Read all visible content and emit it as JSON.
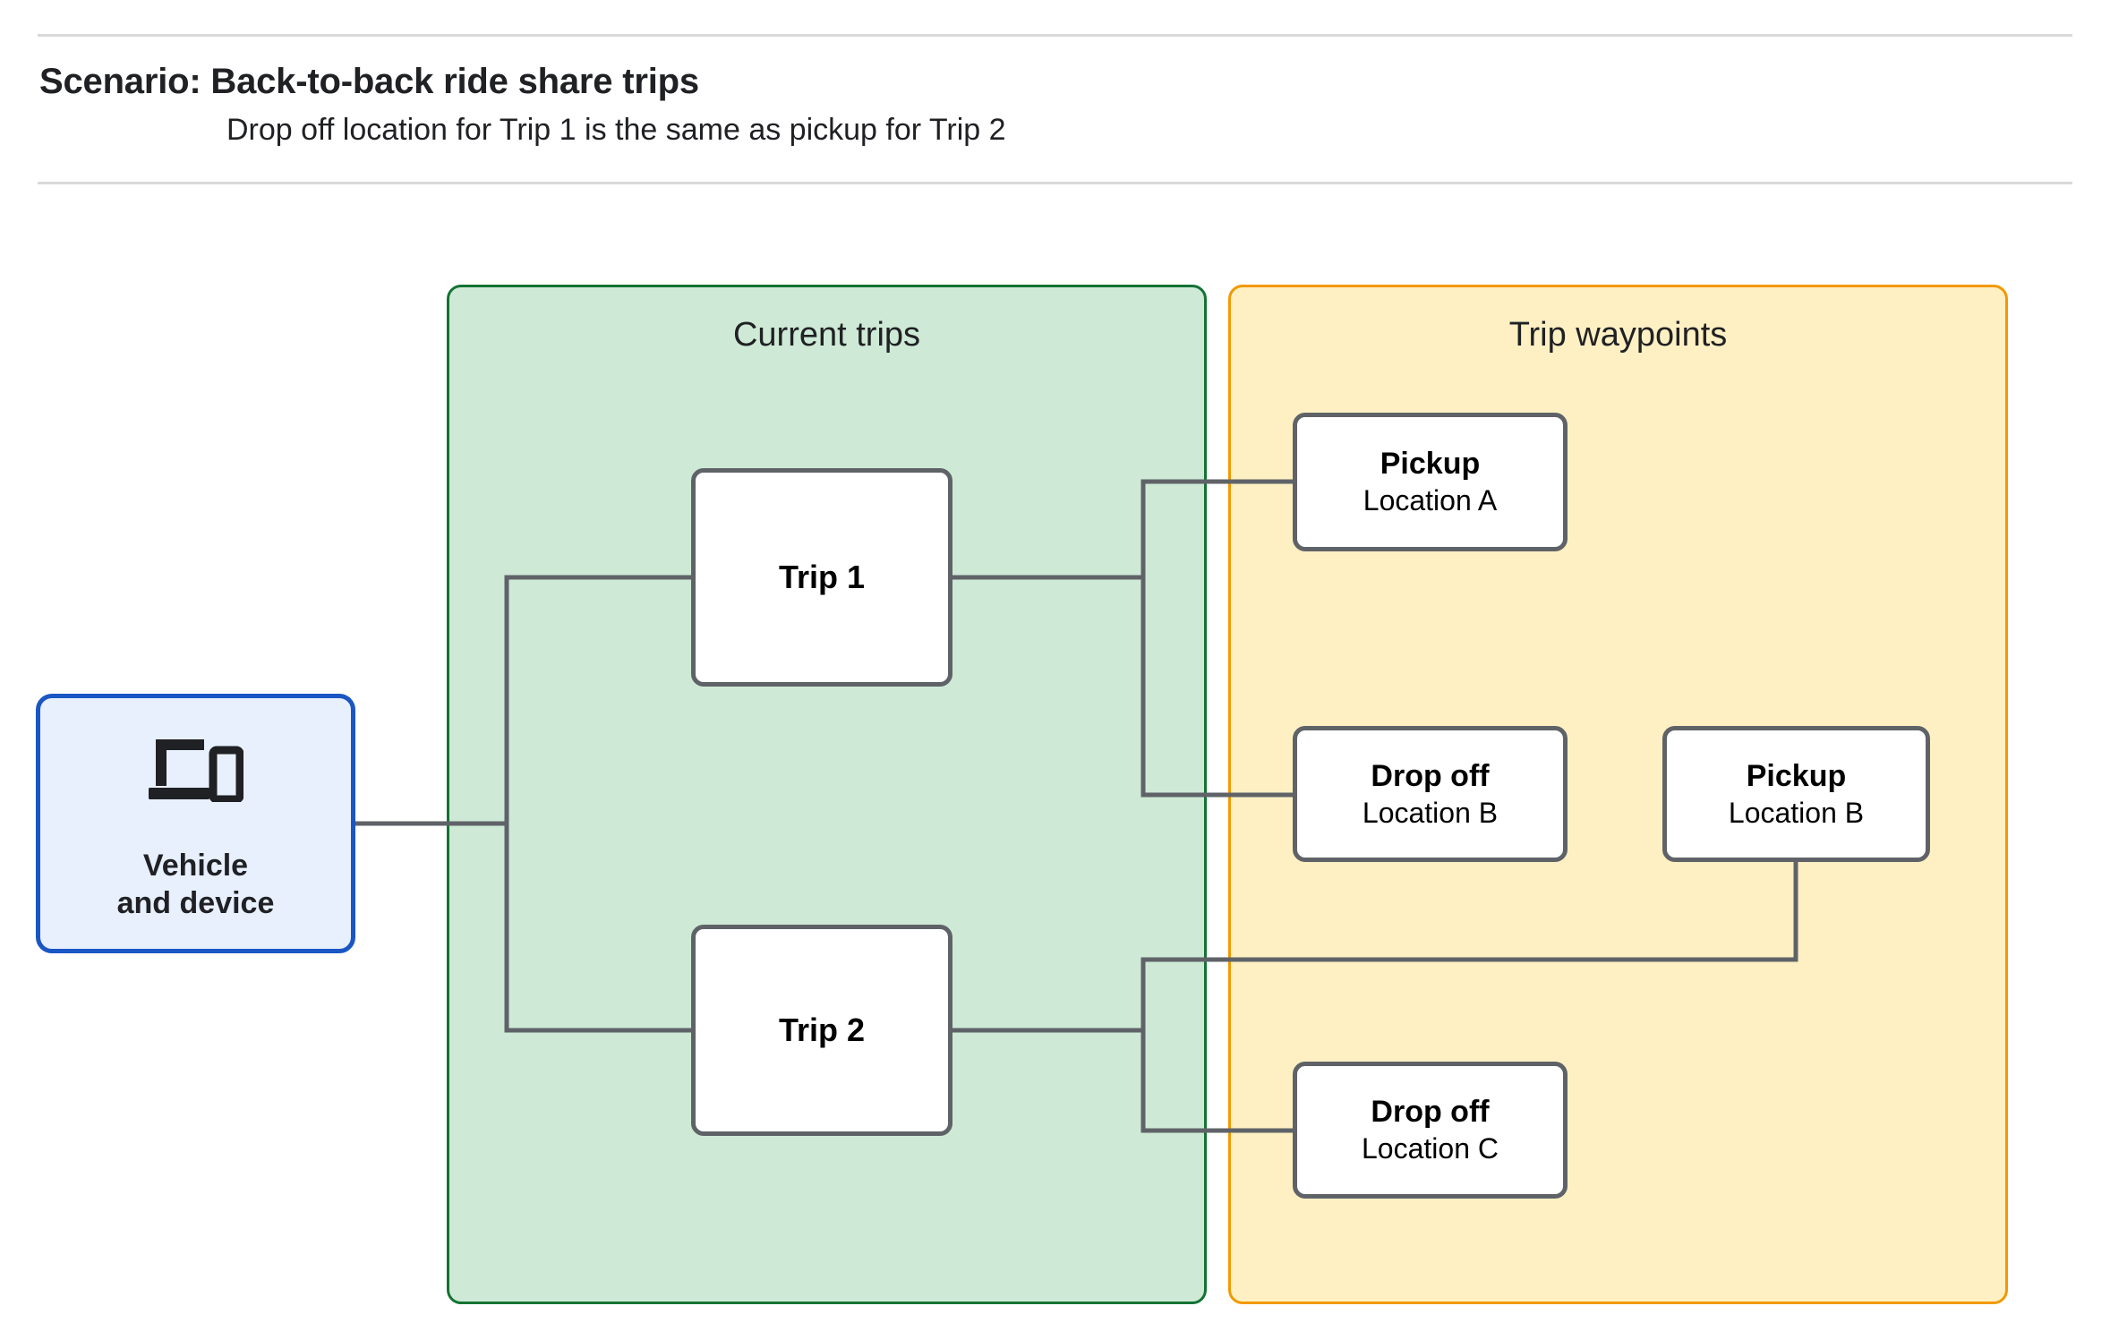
{
  "header": {
    "title": "Scenario: Back-to-back ride share trips",
    "subtitle": "Drop off  location for Trip 1 is the same as pickup for Trip 2"
  },
  "groups": {
    "current_trips": {
      "title": "Current trips",
      "fill_color": "#ceead6",
      "border_color": "#137333"
    },
    "trip_waypoints": {
      "title": "Trip waypoints",
      "fill_color": "#fef0c3",
      "border_color": "#f29900"
    }
  },
  "nodes": {
    "vehicle": {
      "label": "Vehicle\nand device",
      "icon": "devices-icon",
      "fill_color": "#e8f0fe",
      "border_color": "#1a56c4"
    },
    "trip_1": {
      "label": "Trip 1"
    },
    "trip_2": {
      "label": "Trip 2"
    },
    "pickup_a": {
      "title": "Pickup",
      "subtitle": "Location A"
    },
    "dropoff_b": {
      "title": "Drop off",
      "subtitle": "Location B"
    },
    "pickup_b": {
      "title": "Pickup",
      "subtitle": "Location B"
    },
    "dropoff_c": {
      "title": "Drop off",
      "subtitle": "Location C"
    }
  },
  "edges": [
    {
      "from": "vehicle",
      "to": "trip_1"
    },
    {
      "from": "vehicle",
      "to": "trip_2"
    },
    {
      "from": "trip_1",
      "to": "pickup_a"
    },
    {
      "from": "trip_1",
      "to": "dropoff_b"
    },
    {
      "from": "trip_2",
      "to": "pickup_b"
    },
    {
      "from": "trip_2",
      "to": "dropoff_c"
    }
  ],
  "colors": {
    "connector": "#5f6368",
    "node_border": "#5f6368",
    "node_fill": "#ffffff",
    "rule": "#d9d9d9",
    "text": "#202124"
  }
}
